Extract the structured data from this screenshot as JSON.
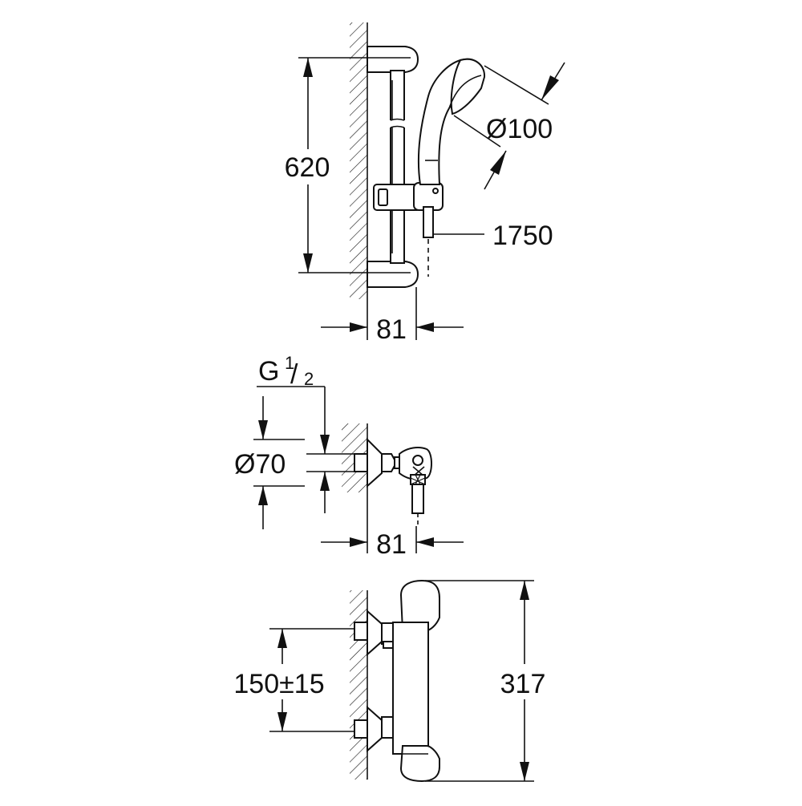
{
  "dimensions": {
    "rail_height": "620",
    "head_diameter": "Ø100",
    "hose_length": "1750",
    "rail_depth": "81",
    "thread_g": "G",
    "thread_num": "1",
    "thread_den": "2",
    "flange_diameter": "Ø70",
    "mixer_depth": "81",
    "center_distance": "150±15",
    "mixer_height": "317"
  },
  "colors": {
    "line": "#111111",
    "background": "#ffffff"
  }
}
